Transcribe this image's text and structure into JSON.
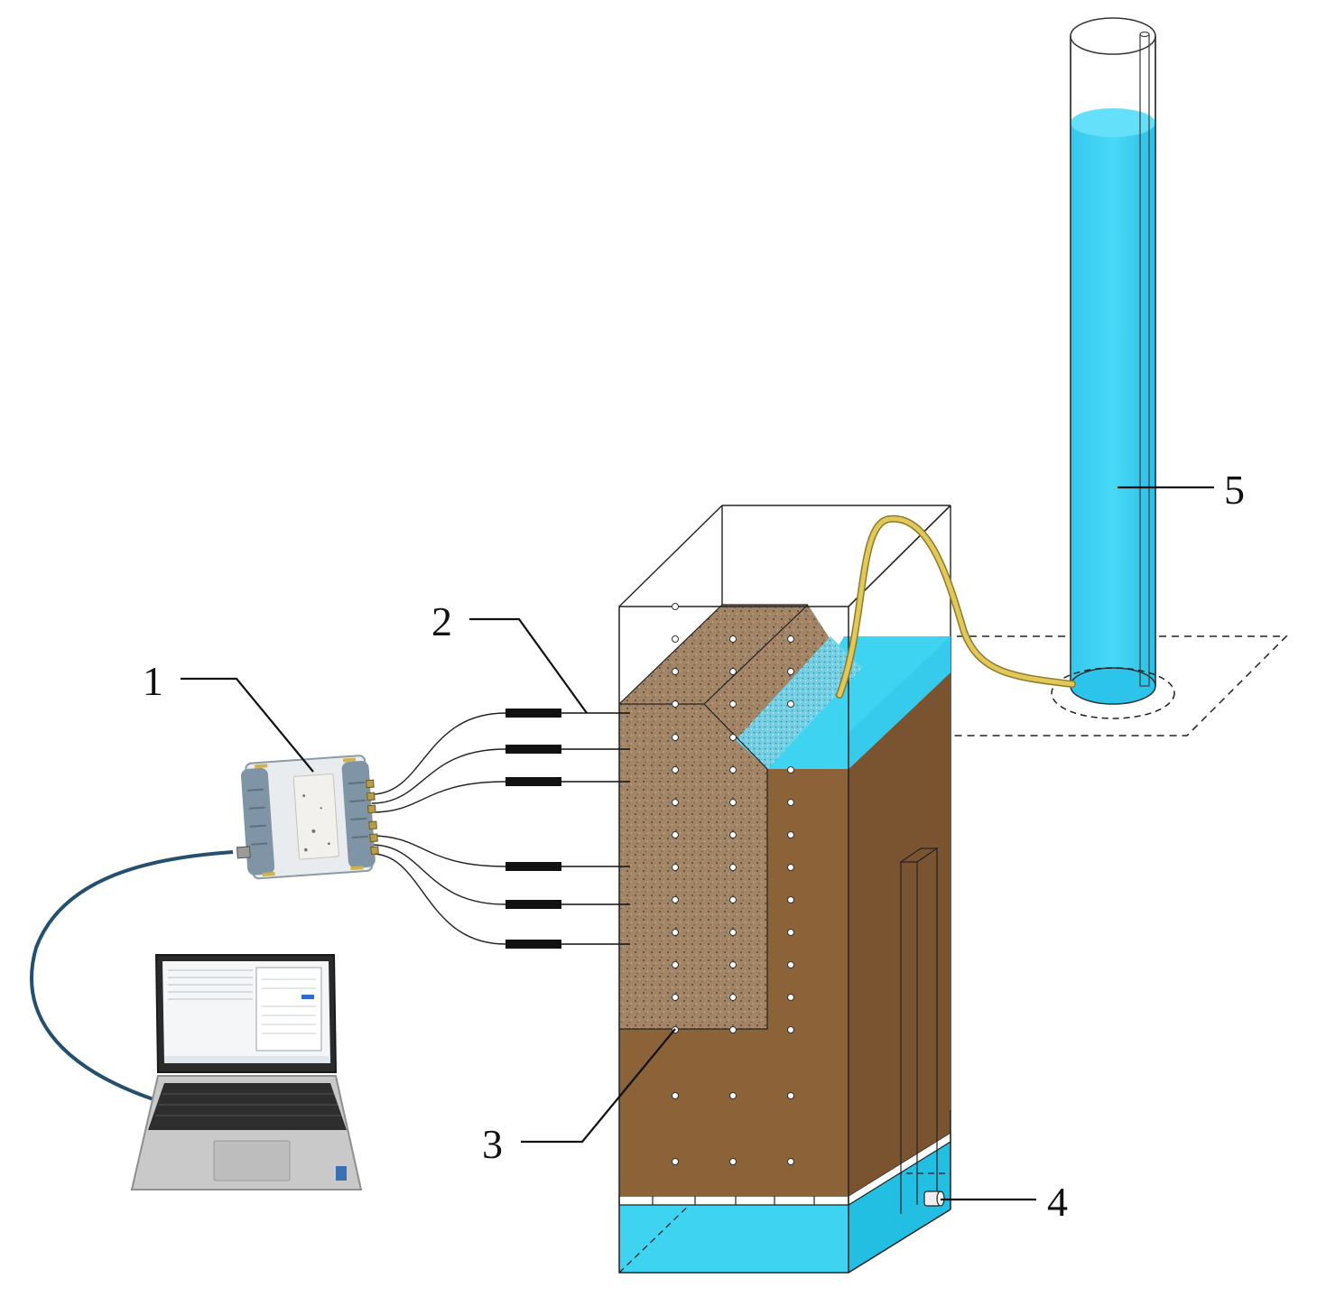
{
  "callouts": [
    {
      "id": "1",
      "label": "1"
    },
    {
      "id": "2",
      "label": "2"
    },
    {
      "id": "3",
      "label": "3"
    },
    {
      "id": "4",
      "label": "4"
    },
    {
      "id": "5",
      "label": "5"
    }
  ],
  "colors": {
    "water": "#3fd3f2",
    "water_dark": "#22bfe3",
    "soil": "#8c6238",
    "soil_dark": "#6f4b28",
    "sand": "#a08263",
    "sand_dot": "#5a4330",
    "tube": "#d6b84c",
    "cable": "#244f6e",
    "line": "#111111"
  },
  "icons": {
    "logger": "data-logger-icon",
    "laptop": "laptop-icon",
    "sensor": "moisture-sensor-icon",
    "outlet": "outlet-valve-icon",
    "tank": "water-supply-column-icon"
  }
}
